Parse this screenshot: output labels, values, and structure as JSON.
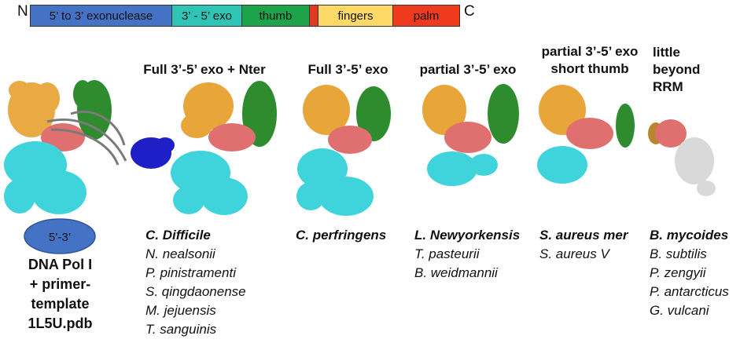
{
  "domain_bar": {
    "n_label": "N",
    "c_label": "C",
    "segments": [
      {
        "label": "5’ to 3’ exonuclease",
        "color": "#4472C4"
      },
      {
        "label": "3’ - 5’ exo",
        "color": "#2EC4B6"
      },
      {
        "label": "thumb",
        "color": "#1DA34A"
      },
      {
        "label": "",
        "color": "#E03A1E"
      },
      {
        "label": "fingers",
        "color": "#FFD966"
      },
      {
        "label": "palm",
        "color": "#F03A1E"
      }
    ]
  },
  "structure_colors": {
    "exo53": "#4472C4",
    "exo35": "#3FD4DC",
    "thumb": "#2E8B2E",
    "fingers": "#E8A63A",
    "palm": "#E07070",
    "nter": "#1F1FC8",
    "dna": "#7A7A7A",
    "rrm_grey": "#D9D9D9"
  },
  "reference": {
    "oval_label": "5’-3’",
    "label_lines": [
      "DNA Pol I",
      "+ primer-",
      "template",
      "1L5U.pdb"
    ]
  },
  "columns": [
    {
      "heading_lines": [
        "Full 3’-5’ exo + Nter"
      ],
      "species": [
        "C. Difficile",
        "N. nealsonii",
        "P. pinistramenti",
        "S. qingdaonense",
        "M. jejuensis",
        "T. sanguinis"
      ]
    },
    {
      "heading_lines": [
        "Full 3’-5’ exo"
      ],
      "species": [
        "C. perfringens"
      ]
    },
    {
      "heading_lines": [
        "partial 3’-5’ exo"
      ],
      "species": [
        "L. Newyorkensis",
        "T. pasteurii",
        "B. weidmannii"
      ]
    },
    {
      "heading_lines": [
        "partial 3’-5’ exo",
        "short thumb"
      ],
      "species": [
        "S. aureus mer",
        "S. aureus V"
      ]
    },
    {
      "heading_lines": [
        "little",
        "beyond",
        "RRM"
      ],
      "species": [
        "B. mycoides",
        "B. subtilis",
        "P. zengyii",
        "P. antarcticus",
        "G. vulcani"
      ]
    }
  ]
}
